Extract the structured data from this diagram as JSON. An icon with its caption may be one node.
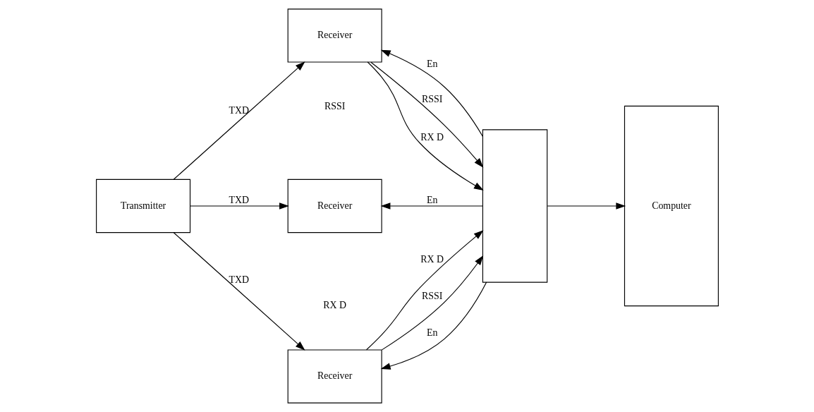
{
  "diagram": {
    "nodes": [
      {
        "text": [
          "Receiver"
        ]
      },
      {
        "text": [],
        "shape": "box"
      },
      {
        "text": [
          "Computer"
        ]
      },
      {
        "text": [
          "Transmitter"
        ]
      },
      {
        "text": [
          "Receiver"
        ]
      },
      {
        "text": [
          "Receiver"
        ]
      }
    ],
    "edges": [
      {
        "from": 3,
        "to": 0,
        "arrow": "to",
        "label": "TXD"
      },
      {
        "from": 0,
        "to": 1,
        "arrow": "to",
        "label": "RSSI"
      },
      {
        "from": 1,
        "to": 0,
        "arrow": "to",
        "label": "En"
      },
      {
        "from": 0,
        "to": 1,
        "arrow": "to",
        "label": "RX D"
      },
      {
        "from": 3,
        "to": 4,
        "arrow": "to",
        "label": "TXD"
      },
      {
        "from": 1,
        "to": 4,
        "arrow": "to",
        "label": "En"
      },
      {
        "from": 1,
        "to": 2,
        "arrow": "to"
      },
      {
        "from": 3,
        "to": 5,
        "arrow": "to",
        "label": "TXD"
      },
      {
        "from": 5,
        "to": 1,
        "arrow": "to",
        "label": "RSSI"
      },
      {
        "from": 1,
        "to": 5,
        "arrow": "to",
        "label": "En"
      },
      {
        "from": 5,
        "to": 1,
        "arrow": "to",
        "label": "RX D"
      }
    ],
    "labels": [
      "RSSI",
      "RX D"
    ]
  }
}
